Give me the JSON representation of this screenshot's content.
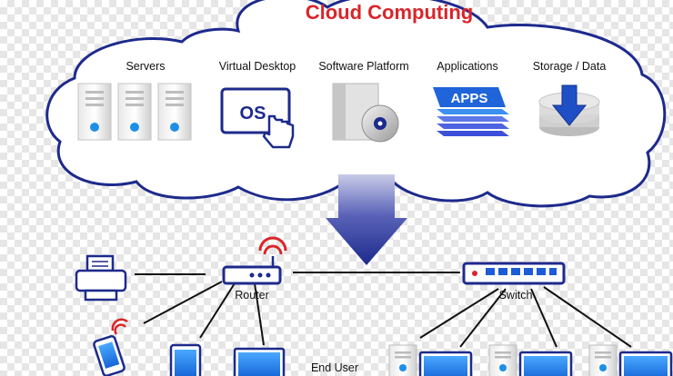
{
  "title": "Cloud Computing",
  "cloud_services": [
    {
      "label": "Servers",
      "icon": "servers-icon"
    },
    {
      "label": "Virtual Desktop",
      "icon": "virtual-desktop-icon",
      "icon_text": "OS"
    },
    {
      "label": "Software Platform",
      "icon": "software-platform-icon"
    },
    {
      "label": "Applications",
      "icon": "applications-icon",
      "icon_text": "APPS"
    },
    {
      "label": "Storage / Data",
      "icon": "storage-data-icon"
    }
  ],
  "network": {
    "router_label": "Router",
    "switch_label": "Switch",
    "end_user_label": "End User"
  },
  "colors": {
    "title": "#d9262a",
    "outline": "#1d2a8c",
    "device_blue": "#1e5bd6",
    "arrow_dark": "#1d2a8c",
    "line": "#111111"
  }
}
